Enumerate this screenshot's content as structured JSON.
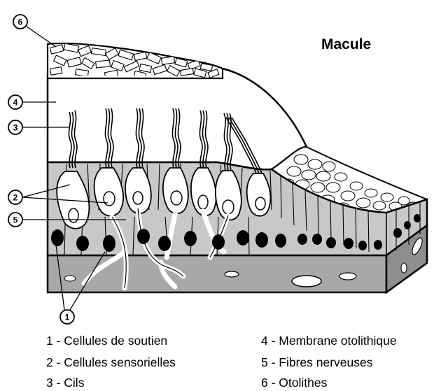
{
  "title": "Macule",
  "callouts": [
    "6",
    "4",
    "3",
    "2",
    "5",
    "1"
  ],
  "legend": {
    "left": [
      "1 - Cellules de soutien",
      "2 - Cellules sensorielles",
      "3 - Cils"
    ],
    "right": [
      "4 - Membrane otolithique",
      "5 - Fibres nerveuses",
      "6 - Otolithes"
    ]
  },
  "colors": {
    "ink": "#000000",
    "tissue": "#c8c8c8",
    "deep_tissue": "#a8a8a8",
    "membrane": "#ffffff"
  }
}
